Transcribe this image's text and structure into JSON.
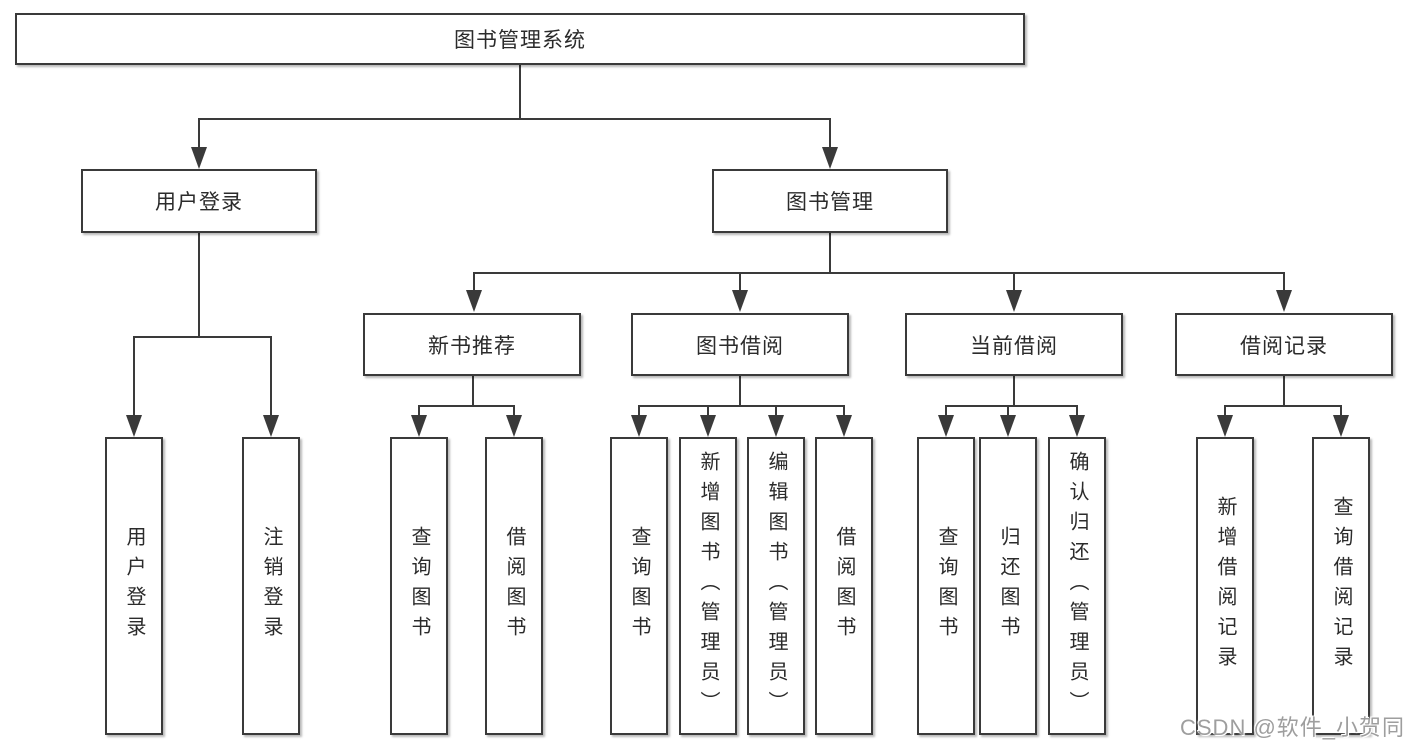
{
  "nodes": {
    "root": {
      "label": "图书管理系统"
    },
    "level2": {
      "user_login": {
        "label": "用户登录"
      },
      "book_mgmt": {
        "label": "图书管理"
      }
    },
    "level3": {
      "new_book_rec": {
        "label": "新书推荐"
      },
      "book_borrow": {
        "label": "图书借阅"
      },
      "current_borrow": {
        "label": "当前借阅"
      },
      "borrow_record": {
        "label": "借阅记录"
      }
    },
    "leaves": {
      "user_login": [
        "用户登录",
        "注销登录"
      ],
      "new_book_rec": [
        "查询图书",
        "借阅图书"
      ],
      "book_borrow": [
        "查询图书",
        "新增图书（管理员）",
        "编辑图书（管理员）",
        "借阅图书"
      ],
      "current_borrow": [
        "查询图书",
        "归还图书",
        "确认归还（管理员）"
      ],
      "borrow_record": [
        "新增借阅记录",
        "查询借阅记录"
      ]
    }
  },
  "watermark": {
    "text": "CSDN @软件_小贺同学"
  },
  "colors": {
    "line": "#3a3a3a",
    "text": "#2b2b2b",
    "box_background": "#ffffff",
    "watermark": "#9e9e9e",
    "page_background": "#ffffff"
  }
}
